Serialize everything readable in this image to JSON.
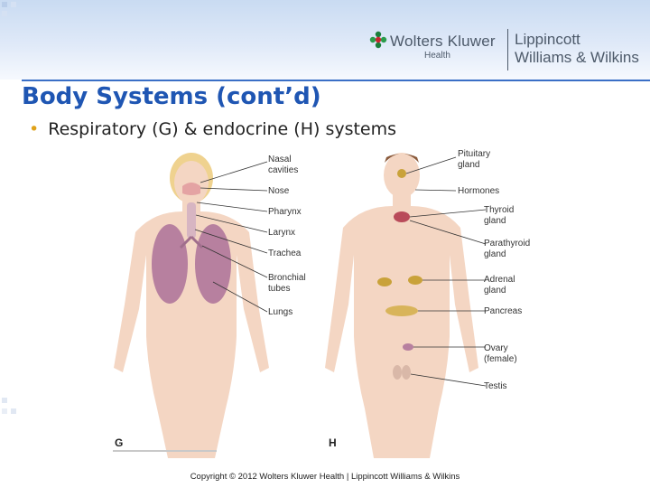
{
  "header": {
    "publisher_name": "Wolters Kluwer",
    "publisher_division": "Health",
    "imprint_line1": "Lippincott",
    "imprint_line2": "Williams & Wilkins"
  },
  "slide": {
    "title": "Body Systems (cont’d)",
    "bullet": "Respiratory (G) & endocrine (H) systems"
  },
  "figure": {
    "panel_g": {
      "letter": "G",
      "labels": [
        "Nasal\ncavities",
        "Nose",
        "Pharynx",
        "Larynx",
        "Trachea",
        "Bronchial\ntubes",
        "Lungs"
      ]
    },
    "panel_h": {
      "letter": "H",
      "labels": [
        "Pituitary\ngland",
        "Hormones",
        "Thyroid\ngland",
        "Parathyroid\ngland",
        "Adrenal\ngland",
        "Pancreas",
        "Ovary\n(female)",
        "Testis"
      ]
    }
  },
  "footer": {
    "copyright": "Copyright © 2012 Wolters Kluwer Health | Lippincott Williams & Wilkins"
  },
  "colors": {
    "title_blue": "#1f56b3",
    "bullet_gold": "#e0a21a",
    "skin": "#f4d6c3",
    "lung": "#b7809f",
    "gland": "#c9a23a"
  }
}
